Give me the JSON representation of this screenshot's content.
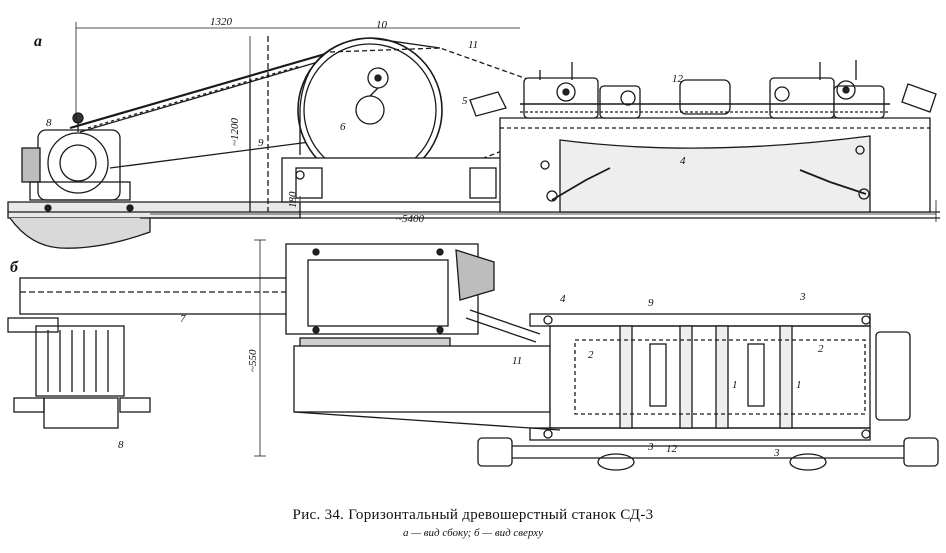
{
  "views": {
    "side": "а",
    "top": "б"
  },
  "dimensions": {
    "length_top": "1320",
    "height_side": "~1200",
    "base_height": "180",
    "overall_length": "~5400",
    "top_width": "~550"
  },
  "side_labels": [
    "10",
    "11",
    "8",
    "12",
    "5",
    "6",
    "9",
    "4"
  ],
  "top_labels": [
    "7",
    "4",
    "9",
    "3",
    "2",
    "2",
    "1",
    "1",
    "11",
    "8",
    "3",
    "12",
    "3"
  ],
  "caption": {
    "title": "Рис. 34. Горизонтальный древошерстный станок СД-3",
    "subtitle": "а — вид сбоку; б — вид сверху"
  }
}
